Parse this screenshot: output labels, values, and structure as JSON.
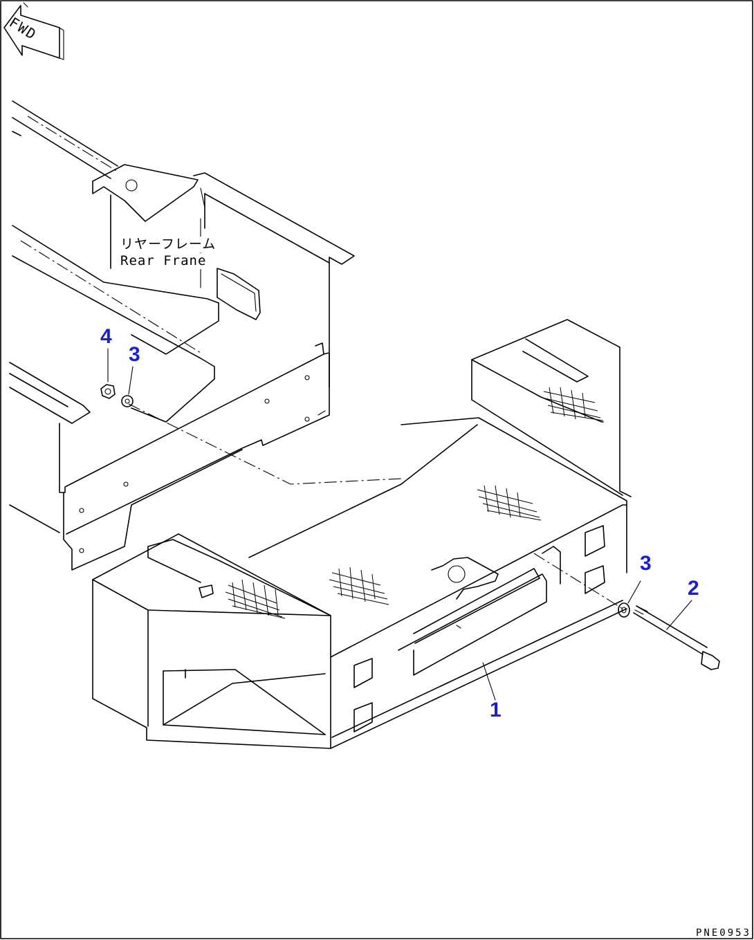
{
  "fwd_label": "FWD",
  "frame_label": {
    "japanese": "リヤーフレーム",
    "english": "Rear Frane"
  },
  "callouts": {
    "part_1": "1",
    "part_2": "2",
    "part_3_left": "3",
    "part_3_right": "3",
    "part_4": "4"
  },
  "drawing_code": "PNE0953",
  "colors": {
    "callout": "#1a1fd6",
    "line": "#000000"
  }
}
